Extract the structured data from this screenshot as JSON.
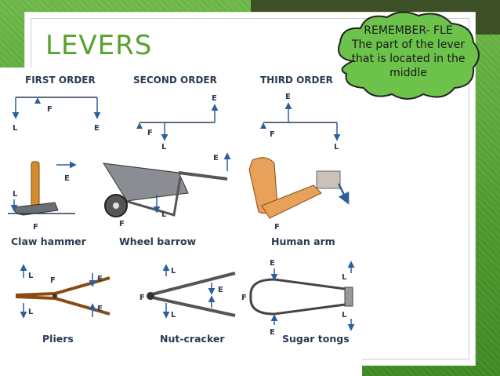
{
  "slide": {
    "title": "LEVERS",
    "note": {
      "line1": "REMEMBER- FLE",
      "line2": "The part of the lever",
      "line3": "that is located in the",
      "line4": "middle"
    }
  },
  "figure": {
    "headers": [
      "FIRST ORDER",
      "SECOND ORDER",
      "THIRD ORDER"
    ],
    "captions": [
      "Claw hammer",
      "Wheel barrow",
      "Human arm",
      "Pliers",
      "Nut-cracker",
      "Sugar tongs"
    ],
    "letters": {
      "load": "L",
      "effort": "E",
      "fulcrum": "F"
    }
  },
  "colors": {
    "accent": "#5aa131",
    "arrow": "#2b5f9a",
    "text": "#2a3b52"
  }
}
